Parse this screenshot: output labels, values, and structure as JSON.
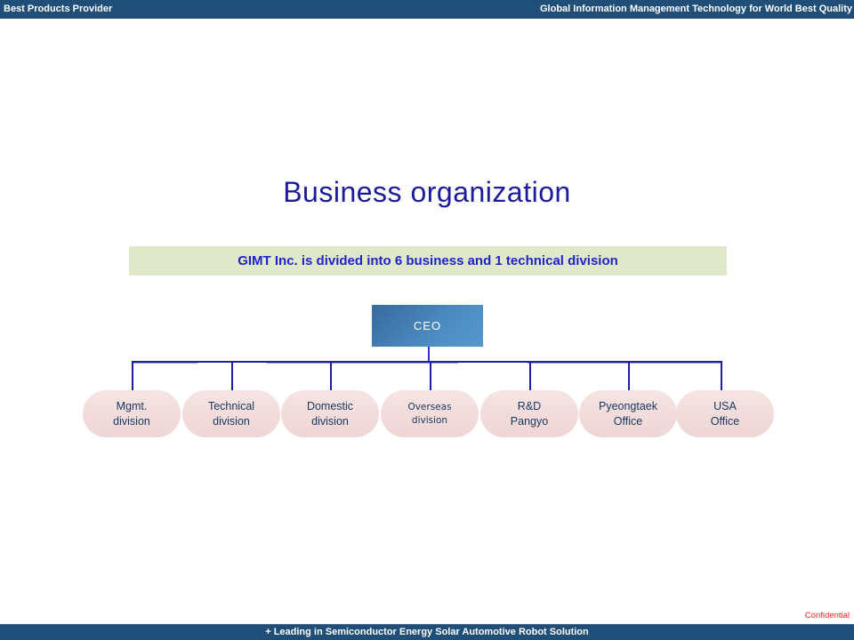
{
  "header": {
    "left": "Best Products Provider",
    "right": "Global Information Management Technology for World Best Quality"
  },
  "title": "Business organization",
  "banner": {
    "text": "GIMT Inc. is divided into 6 business and 1 technical division"
  },
  "org": {
    "root": {
      "label": "CEO"
    },
    "nodes": [
      {
        "line1": "Mgmt.",
        "line2": "division"
      },
      {
        "line1": "Technical",
        "line2": "division"
      },
      {
        "line1": "Domestic",
        "line2": "division"
      },
      {
        "line1": "Overseas",
        "line2": "division"
      },
      {
        "line1": "R&D",
        "line2": "Pangyo"
      },
      {
        "line1": "Pyeongtaek",
        "line2": "Office"
      },
      {
        "line1": "USA",
        "line2": "Office"
      }
    ]
  },
  "footer": {
    "confidential": "Confidential",
    "bar": "+ Leading in Semiconductor Energy Solar Automotive Robot Solution"
  },
  "colors": {
    "bar_blue": "#1F4E79",
    "title_blue": "#1B1B9B",
    "banner_bg": "#DFE8C8",
    "banner_text": "#2222CC",
    "node_fill": "#F2DCDB",
    "node_text": "#17375E",
    "ceo_gradient_start": "#38699E",
    "ceo_gradient_end": "#5598CD",
    "connector_navy": "#1F1F9E",
    "connector_light": "#9B9BEA",
    "confidential_red": "#FF2222"
  }
}
